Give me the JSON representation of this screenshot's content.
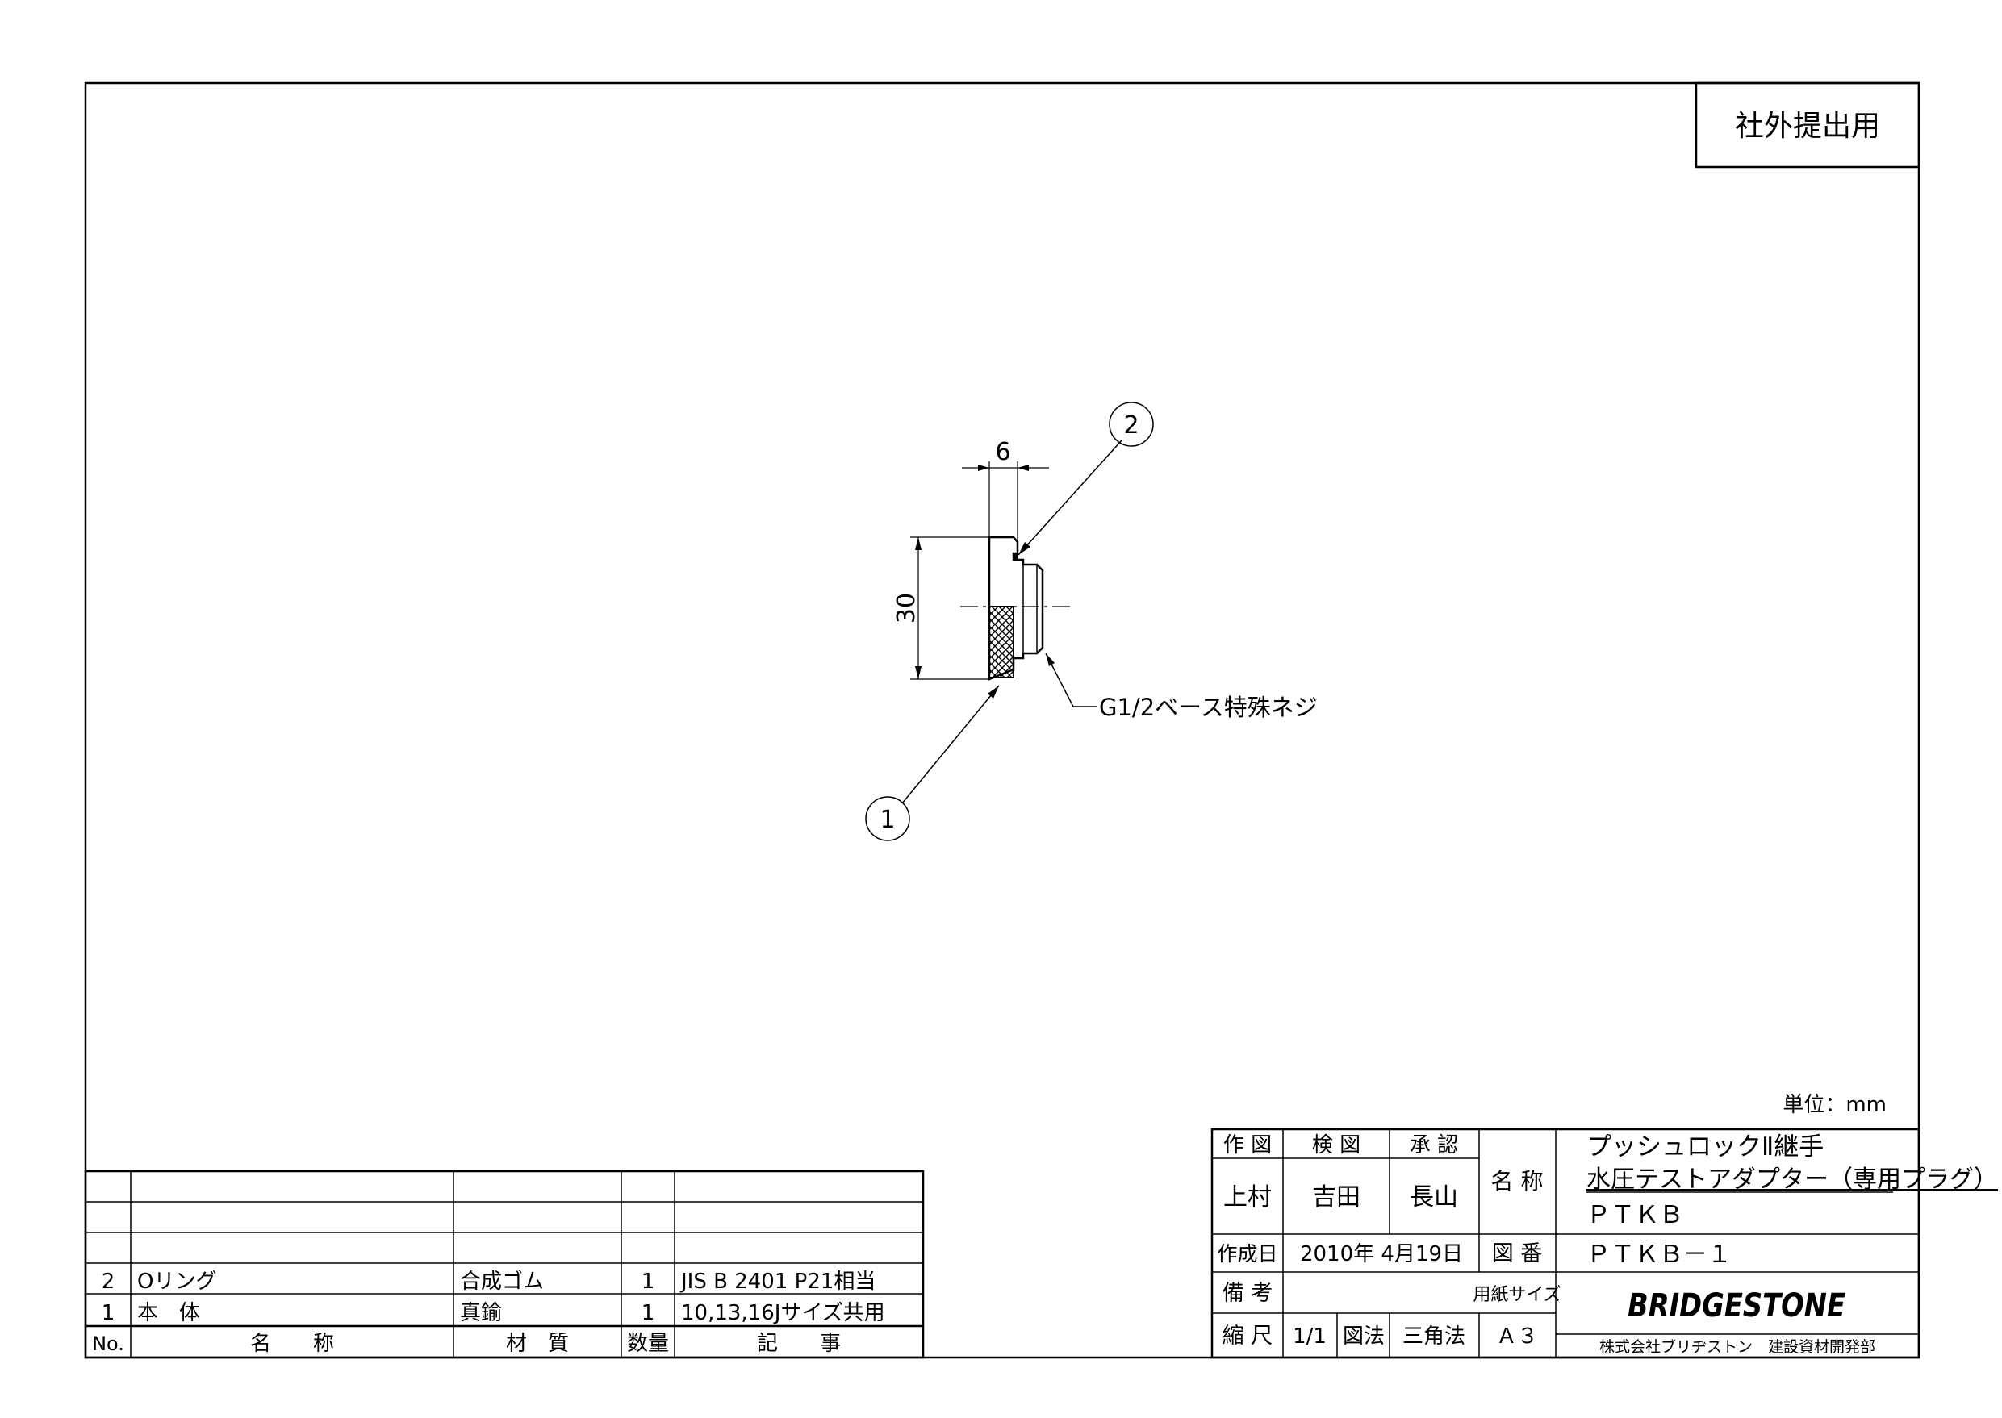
{
  "stamp": "社外提出用",
  "unit_label": "単位：mm",
  "drawing": {
    "dim_width": "6",
    "dim_height": "30",
    "callout_1": "1",
    "callout_2": "2",
    "thread_note": "G1/2ベース特殊ネジ"
  },
  "parts_list": {
    "headers": {
      "no": "No.",
      "name": "名　　称",
      "material": "材　質",
      "qty": "数量",
      "remarks": "記　　事"
    },
    "rows": [
      {
        "no": "2",
        "name": "Oリング",
        "material": "合成ゴム",
        "qty": "1",
        "remarks": "JIS B 2401 P21相当"
      },
      {
        "no": "1",
        "name": "本　体",
        "material": "真鍮",
        "qty": "1",
        "remarks": "10,13,16Jサイズ共用"
      }
    ]
  },
  "title_block": {
    "drawn_label": "作 図",
    "checked_label": "検 図",
    "approved_label": "承 認",
    "drawn_by": "上村",
    "checked_by": "吉田",
    "approved_by": "長山",
    "name_label": "名 称",
    "title_line1": "プッシュロックⅡ継手",
    "title_line2": "水圧テストアダプター（専用プラグ）",
    "title_line3": "ＰＴＫＢ",
    "date_label": "作成日",
    "date_value": "2010年 4月19日",
    "drawing_no_label": "図 番",
    "drawing_no": "ＰＴＫＢ－１",
    "notes_label": "備 考",
    "paper_label": "用紙サイズ",
    "scale_label": "縮 尺",
    "scale_value": "1/1",
    "projection_label": "図法",
    "projection_value": "三角法",
    "paper_value": "Ａ３",
    "logo_text": "BRIDGESTONE",
    "company": "株式会社ブリヂストン　建設資材開発部"
  }
}
